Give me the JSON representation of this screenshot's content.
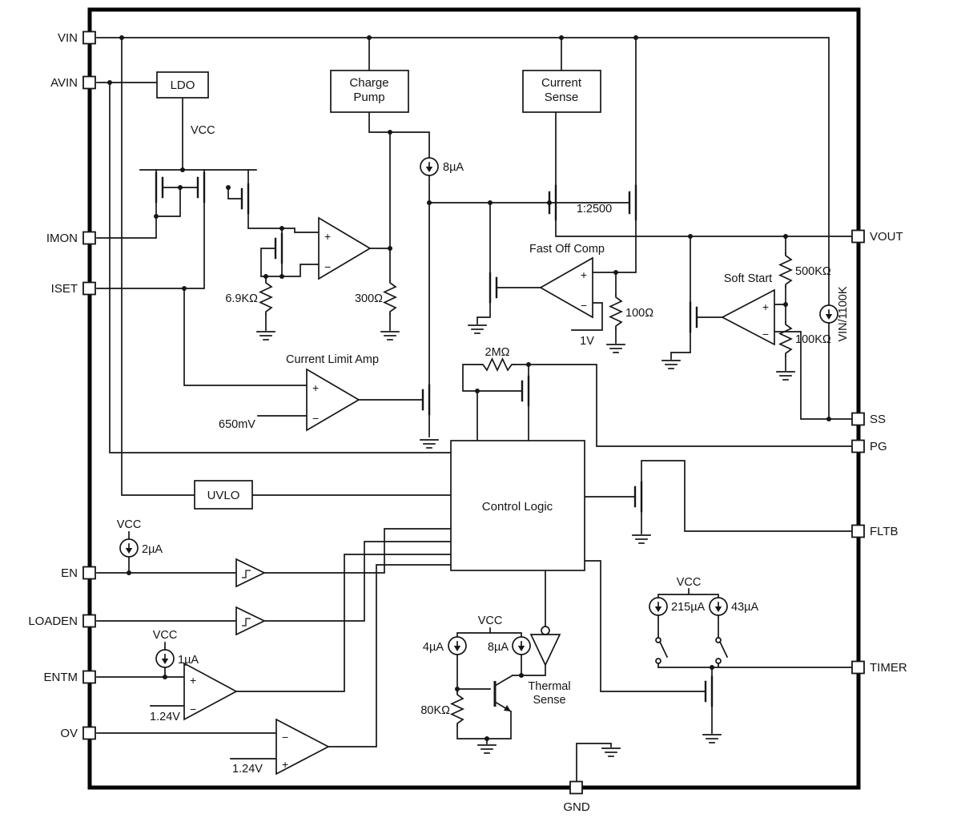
{
  "pins": {
    "left": [
      "VIN",
      "AVIN",
      "IMON",
      "ISET",
      "EN",
      "LOADEN",
      "ENTM",
      "OV"
    ],
    "right": [
      "VOUT",
      "SS",
      "PG",
      "FLTB",
      "TIMER"
    ],
    "bottom": [
      "GND"
    ]
  },
  "blocks": {
    "ldo": "LDO",
    "charge_pump": [
      "Charge",
      "Pump"
    ],
    "current_sense": [
      "Current",
      "Sense"
    ],
    "uvlo": "UVLO",
    "control_logic": "Control Logic"
  },
  "amplifiers": {
    "current_limit": "Current Limit Amp",
    "fast_off": "Fast Off Comp",
    "soft_start": "Soft Start",
    "thermal": [
      "Thermal",
      "Sense"
    ]
  },
  "values": {
    "vcc": "VCC",
    "i_gate": "8µA",
    "mirror_ratio": "1:2500",
    "r_imon_set": "6.9KΩ",
    "r_imon_out": "300Ω",
    "r_sense": "100Ω",
    "r_bleed": "2MΩ",
    "r_fb_top": "500KΩ",
    "r_fb_bot": "100KΩ",
    "r_thermal": "80KΩ",
    "v_fast_off": "1V",
    "v_ilim": "650mV",
    "v_entm_ref": "1.24V",
    "v_ov_ref": "1.24V",
    "i_en": "2µA",
    "i_entm": "1µA",
    "i_thermal_a": "4µA",
    "i_thermal_b": "8µA",
    "i_timer_a": "215µA",
    "i_timer_b": "43µA",
    "i_ss": "VIN/1100K"
  },
  "signs": {
    "plus": "+",
    "minus": "−"
  }
}
